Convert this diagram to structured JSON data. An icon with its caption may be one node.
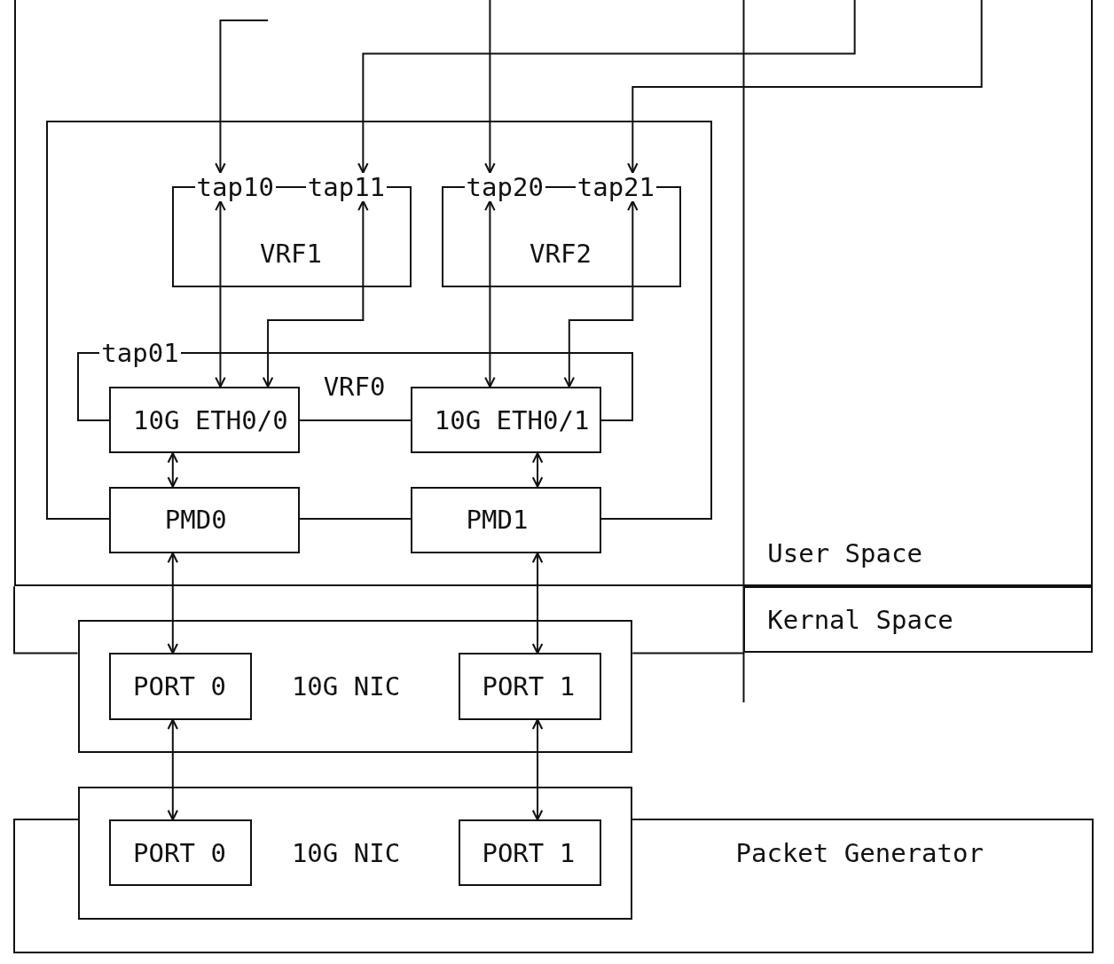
{
  "diagram": {
    "nodes": [
      {
        "text": [
          "User Space"
        ]
      },
      {
        "text": [],
        "shape": "box",
        "in": 0
      },
      {
        "text": [
          "VRF1"
        ],
        "in": 1
      },
      {
        "text": [
          "tap10"
        ],
        "in": 2
      },
      {
        "text": [
          "tap11"
        ],
        "in": 2
      },
      {
        "text": [
          "VRF2"
        ],
        "in": 1
      },
      {
        "text": [
          "tap20"
        ],
        "in": 5
      },
      {
        "text": [
          "tap21"
        ],
        "in": 5
      },
      {
        "text": [
          "VRF0"
        ],
        "in": 1
      },
      {
        "text": [
          "tap01"
        ],
        "in": 8
      },
      {
        "text": [
          "10G ETH0/0"
        ],
        "in": 8
      },
      {
        "text": [
          "10G ETH0/1"
        ],
        "in": 8
      },
      {
        "text": [
          "PMD0"
        ],
        "in": 0
      },
      {
        "text": [
          "PMD1"
        ],
        "in": 0
      },
      {
        "text": [
          "Kernal Space"
        ]
      },
      {
        "text": [
          "10G NIC"
        ]
      },
      {
        "text": [
          "PORT 0"
        ],
        "in": 15
      },
      {
        "text": [
          "PORT 1"
        ],
        "in": 15
      },
      {
        "text": [
          "Packet Generator"
        ]
      },
      {
        "text": [
          "10G NIC"
        ],
        "in": 18
      },
      {
        "text": [
          "PORT 0"
        ],
        "in": 19
      },
      {
        "text": [
          "PORT 1"
        ],
        "in": 19
      }
    ],
    "edges": [
      {
        "from": null,
        "to": 3,
        "arrow": "to"
      },
      {
        "from": null,
        "to": 4,
        "arrow": "to"
      },
      {
        "from": null,
        "to": 6,
        "arrow": "to"
      },
      {
        "from": null,
        "to": 7,
        "arrow": "to"
      },
      {
        "from": 3,
        "to": 10,
        "arrow": "both"
      },
      {
        "from": 4,
        "to": 10,
        "arrow": "both"
      },
      {
        "from": 6,
        "to": 11,
        "arrow": "both"
      },
      {
        "from": 7,
        "to": 11,
        "arrow": "both"
      },
      {
        "from": 10,
        "to": 12,
        "arrow": "both"
      },
      {
        "from": 11,
        "to": 13,
        "arrow": "both"
      },
      {
        "from": 12,
        "to": 16,
        "arrow": "both"
      },
      {
        "from": 13,
        "to": 17,
        "arrow": "both"
      },
      {
        "from": 16,
        "to": 20,
        "arrow": "both"
      },
      {
        "from": 17,
        "to": 21,
        "arrow": "both"
      }
    ]
  }
}
